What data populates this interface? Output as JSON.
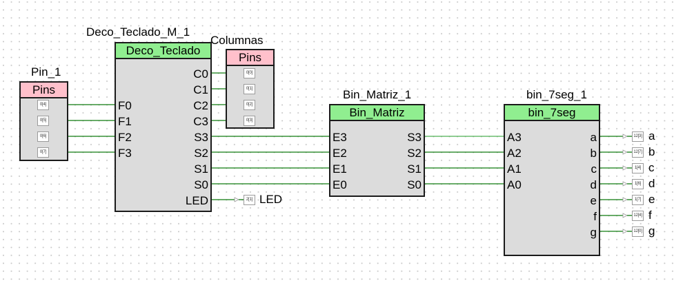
{
  "colors": {
    "wire": "#0f7a0f",
    "wire_highlight": "#4caf50",
    "module_header": "#90ee90",
    "pins_header": "#ffc0cb",
    "block_body": "#dcdcdc"
  },
  "pin_1": {
    "instance": "Pin_1",
    "type": "Pins",
    "pins": [
      "0[4]",
      "0[5]",
      "0[6]",
      "0[7]"
    ]
  },
  "deco": {
    "instance": "Deco_Teclado_M_1",
    "type": "Deco_Teclado",
    "inputs": [
      "F0",
      "F1",
      "F2",
      "F3"
    ],
    "outputs": [
      "C0",
      "C1",
      "C2",
      "C3",
      "S3",
      "S2",
      "S1",
      "S0",
      "LED"
    ]
  },
  "columnas": {
    "instance": "Columnas",
    "type": "Pins",
    "pins": [
      "0[0]",
      "0[1]",
      "0[2]",
      "0[3]"
    ]
  },
  "led": {
    "pin": "2[1]",
    "label": "LED"
  },
  "bin_matriz": {
    "instance": "Bin_Matriz_1",
    "type": "Bin_Matriz",
    "inputs": [
      "E3",
      "E2",
      "E1",
      "E0"
    ],
    "outputs": [
      "S3",
      "S2",
      "S1",
      "S0"
    ]
  },
  "bin_7seg": {
    "instance": "bin_7seg_1",
    "type": "bin_7seg",
    "inputs": [
      "A3",
      "A2",
      "A1",
      "A0"
    ],
    "outputs": [
      "a",
      "b",
      "c",
      "d",
      "e",
      "f",
      "g"
    ],
    "pins": [
      "12[3]",
      "12[7]",
      "1[4]",
      "1[6]",
      "1[7]",
      "12[4]",
      "12[0]"
    ],
    "pin_labels": [
      "a",
      "b",
      "c",
      "d",
      "e",
      "f",
      "g"
    ]
  }
}
